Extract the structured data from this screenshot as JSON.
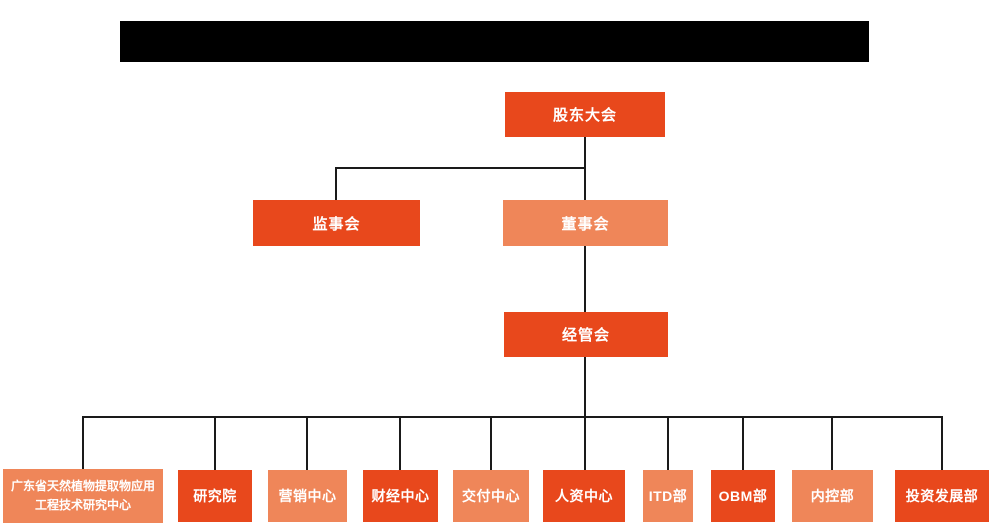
{
  "org_chart": {
    "root": {
      "label": "股东大会"
    },
    "level2": [
      {
        "label": "监事会"
      },
      {
        "label": "董事会"
      }
    ],
    "level3": {
      "label": "经管会"
    },
    "departments": [
      {
        "label": "广东省天然植物提取物应用工程技术研究中心"
      },
      {
        "label": "研究院"
      },
      {
        "label": "营销中心"
      },
      {
        "label": "财经中心"
      },
      {
        "label": "交付中心"
      },
      {
        "label": "人资中心"
      },
      {
        "label": "ITD部"
      },
      {
        "label": "OBM部"
      },
      {
        "label": "内控部"
      },
      {
        "label": "投资发展部"
      }
    ]
  },
  "colors": {
    "node_primary": "#E8481C",
    "node_secondary": "#EF8659",
    "connector": "#1A1A1A",
    "redaction": "#000000",
    "text": "#FFFFFF"
  }
}
